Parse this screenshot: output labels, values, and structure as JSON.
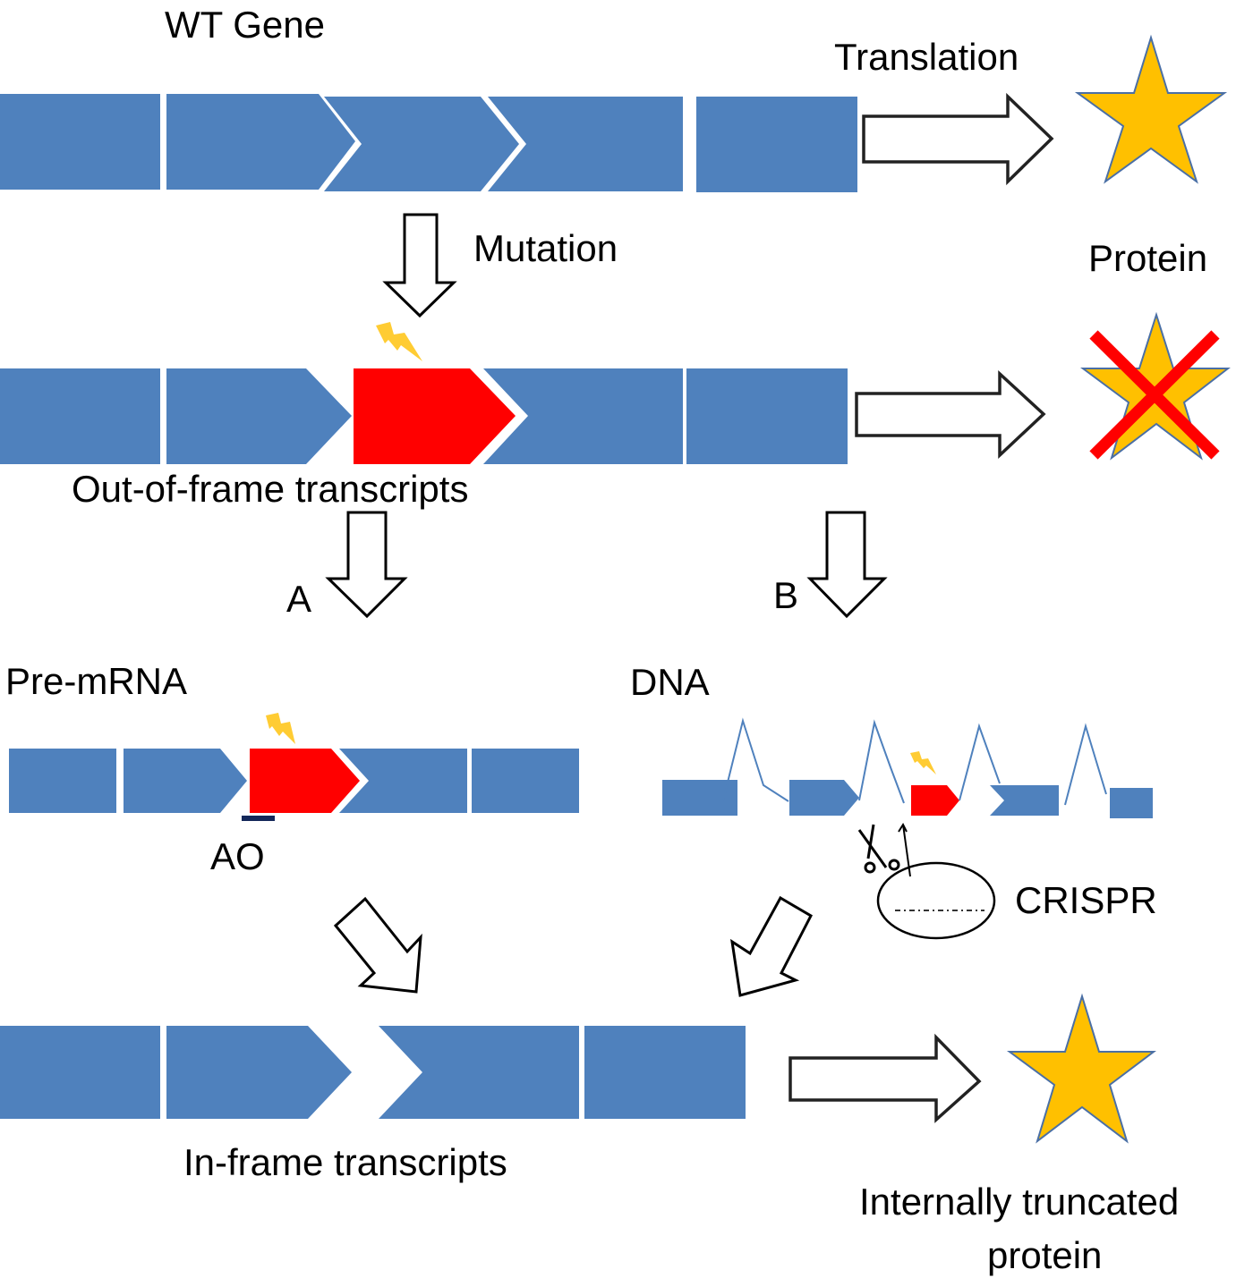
{
  "labels": {
    "wt_gene": "WT Gene",
    "translation": "Translation",
    "mutation": "Mutation",
    "protein": "Protein",
    "out_of_frame": "Out-of-frame transcripts",
    "path_a": "A",
    "path_b": "B",
    "pre_mrna": "Pre-mRNA",
    "dna": "DNA",
    "ao": "AO",
    "crispr": "CRISPR",
    "in_frame": "In-frame transcripts",
    "truncated_line1": "Internally truncated",
    "truncated_line2": "protein"
  },
  "icons": {
    "wt_protein": "star-icon",
    "lost_protein": "crossed-star-icon",
    "truncated_protein": "star-icon",
    "mutation_marker": "lightning-bolt-icon",
    "crispr_cut": "scissors-icon"
  },
  "colors": {
    "exon": "#4f81bd",
    "mutated_exon": "#ff0000",
    "protein_star": "#ffc000",
    "cross": "#ff0000",
    "bolt": "#ffcc33",
    "ao_bar": "#14285a"
  }
}
